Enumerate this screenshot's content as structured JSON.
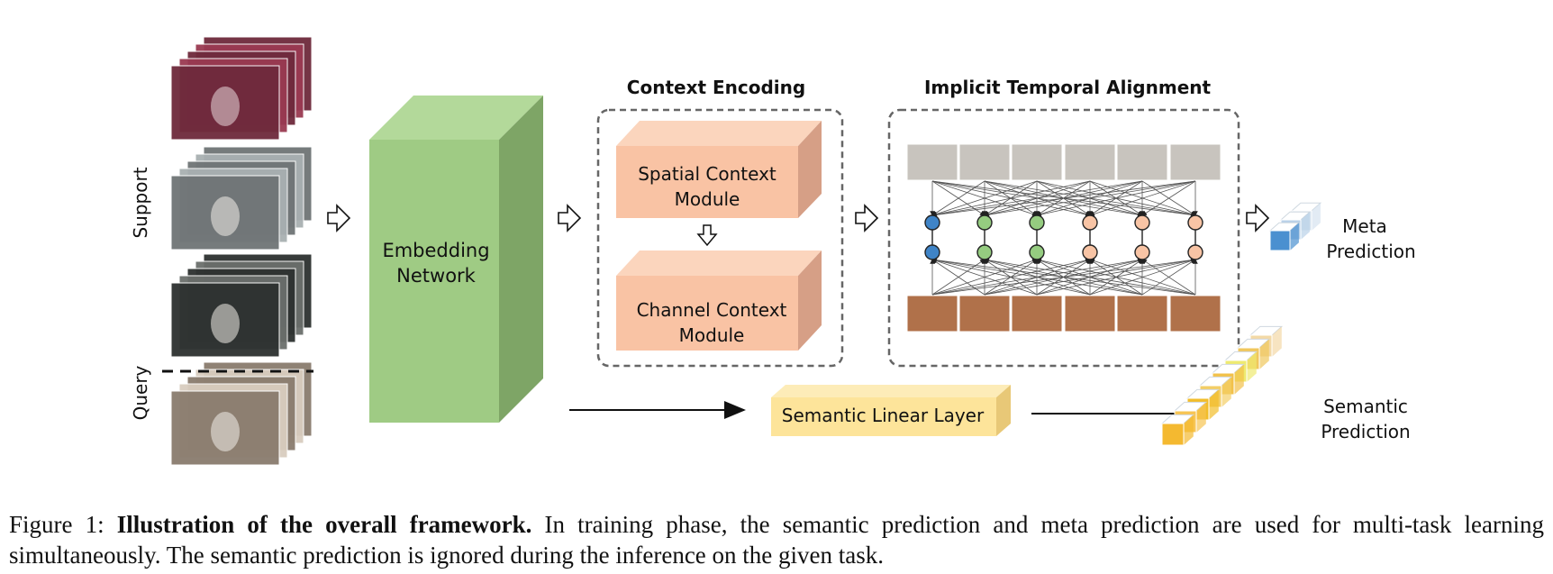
{
  "diagram": {
    "labels": {
      "support": "Support",
      "query": "Query",
      "embedding": [
        "Embedding",
        "Network"
      ],
      "context_encoding_title": "Context Encoding",
      "spatial": [
        "Spatial Context",
        "Module"
      ],
      "channel": [
        "Channel Context",
        "Module"
      ],
      "temporal_title": "Implicit Temporal Alignment",
      "semantic_linear": "Semantic Linear Layer",
      "meta_prediction": [
        "Meta",
        "Prediction"
      ],
      "semantic_prediction": [
        "Semantic",
        "Prediction"
      ]
    },
    "colors": {
      "embedding_front": "#9fcb84",
      "embedding_top": "#b3d99a",
      "embedding_side": "#7ea566",
      "module_front": "#f9c3a4",
      "module_top": "#fbd5bd",
      "module_side": "#d69f86",
      "linear_front": "#fde49a",
      "linear_top": "#fdecb8",
      "linear_side": "#e8c877",
      "node_blue": "#3f84c7",
      "node_green": "#95cc80",
      "node_salmon": "#f8c4a5",
      "meta_cube": "#4a90d0",
      "semantic_cube": "#f2bd2a"
    }
  },
  "caption": {
    "label": "Figure 1:",
    "bold": "Illustration of the overall framework.",
    "text": "In training phase, the semantic prediction and meta prediction are used for multi-task learning simultaneously. The semantic prediction is ignored during the inference on the given task."
  }
}
